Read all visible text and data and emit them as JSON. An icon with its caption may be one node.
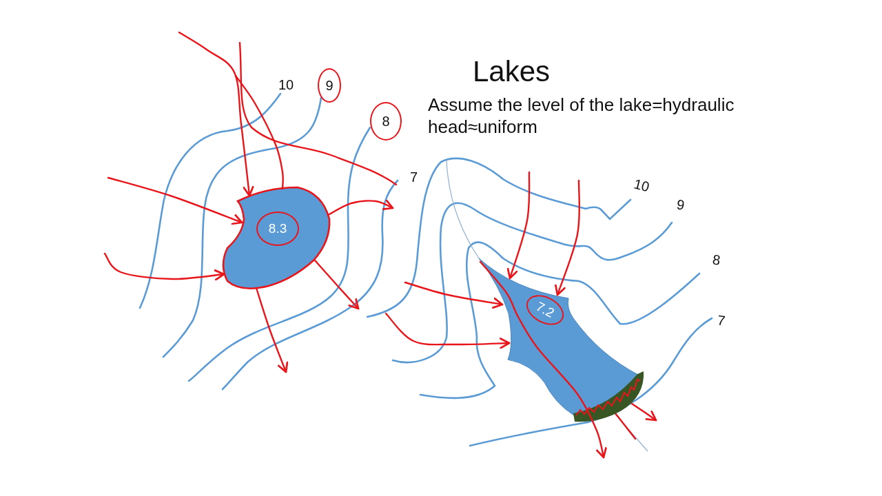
{
  "diagram": {
    "title": "Lakes",
    "nodes": [
      {
        "text": [
          "8.3"
        ]
      },
      {
        "text": [
          "7.2"
        ]
      },
      {
        "text": [],
        "shape": "crescent"
      }
    ],
    "edges": [
      {
        "from": null,
        "to": 0,
        "arrow": "to"
      },
      {
        "from": null,
        "to": 0,
        "arrow": "none"
      },
      {
        "from": null,
        "to": 0,
        "arrow": "to"
      },
      {
        "from": null,
        "to": 0,
        "arrow": "to"
      },
      {
        "from": 0,
        "to": null,
        "arrow": "to"
      },
      {
        "from": 0,
        "to": null,
        "arrow": "to"
      },
      {
        "from": 0,
        "to": null,
        "arrow": "to"
      },
      {
        "from": null,
        "to": 1,
        "arrow": "to"
      },
      {
        "from": null,
        "to": 1,
        "arrow": "to"
      },
      {
        "from": null,
        "to": 1,
        "arrow": "to"
      },
      {
        "from": null,
        "to": 1,
        "arrow": "to"
      },
      {
        "from": 1,
        "to": null,
        "arrow": "to"
      },
      {
        "from": 2,
        "to": null,
        "arrow": "to"
      }
    ],
    "labels": [
      "10",
      "9",
      "Assume the level of the lake=hydraulic head≈uniform",
      "8",
      "7",
      "10",
      "9",
      "8",
      "7"
    ]
  }
}
